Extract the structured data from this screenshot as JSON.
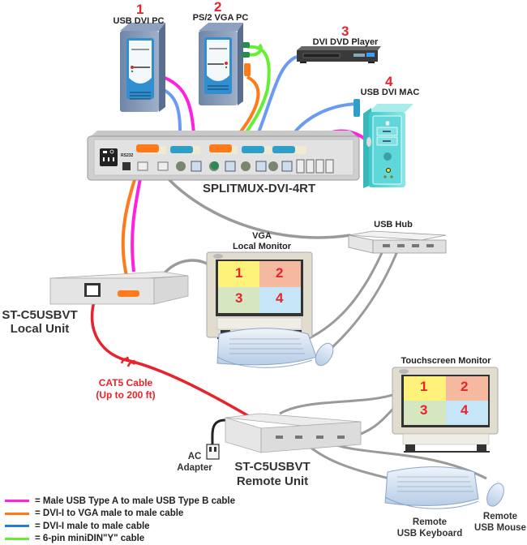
{
  "devices": {
    "pc1": {
      "number": "1",
      "label": "USB DVI PC"
    },
    "pc2": {
      "number": "2",
      "label": "PS/2 VGA PC"
    },
    "dvd": {
      "number": "3",
      "label": "DVI DVD Player"
    },
    "mac": {
      "number": "4",
      "label": "USB DVI MAC"
    }
  },
  "switch": {
    "label": "SPLITMUX-DVI-4RT",
    "port_label": "RS232"
  },
  "usb_hub": {
    "label": "USB Hub"
  },
  "local_monitor": {
    "label_line1": "VGA",
    "label_line2": "Local Monitor",
    "quadrants": [
      "1",
      "2",
      "3",
      "4"
    ]
  },
  "local_unit": {
    "label_line1": "ST-C5USBVT",
    "label_line2": "Local Unit"
  },
  "cat5": {
    "label_line1": "CAT5 Cable",
    "label_line2": "(Up to 200 ft)"
  },
  "touch_monitor": {
    "label": "Touchscreen Monitor",
    "quadrants": [
      "1",
      "2",
      "3",
      "4"
    ]
  },
  "remote_unit": {
    "label_line1": "ST-C5USBVT",
    "label_line2": "Remote Unit"
  },
  "ac_adapter": {
    "label_line1": "AC",
    "label_line2": "Adapter"
  },
  "remote_keyboard": {
    "label_line1": "Remote",
    "label_line2": "USB Keyboard"
  },
  "remote_mouse": {
    "label_line1": "Remote",
    "label_line2": "USB Mouse"
  },
  "colors": {
    "usb": "#ff22dd",
    "dvi_vga": "#ff7a1a",
    "dvi": "#1f7fd6",
    "minidin": "#66ee33",
    "cat5": "#e8232e",
    "gray_cable": "#9a9a9a",
    "q1": "#fff27a",
    "q2": "#f5b9a0",
    "q3": "#d6e6c0",
    "q4": "#c6e6f8"
  },
  "legend": [
    {
      "label": "= Male USB Type A to male USB Type B cable",
      "color": "#ff22dd"
    },
    {
      "label": "= DVI-I to VGA male to male cable",
      "color": "#ff7a1a"
    },
    {
      "label": "= DVI-I male to male cable",
      "color": "#1f7fd6"
    },
    {
      "label": "= 6-pin miniDIN\"Y\" cable",
      "color": "#66ee33"
    }
  ]
}
